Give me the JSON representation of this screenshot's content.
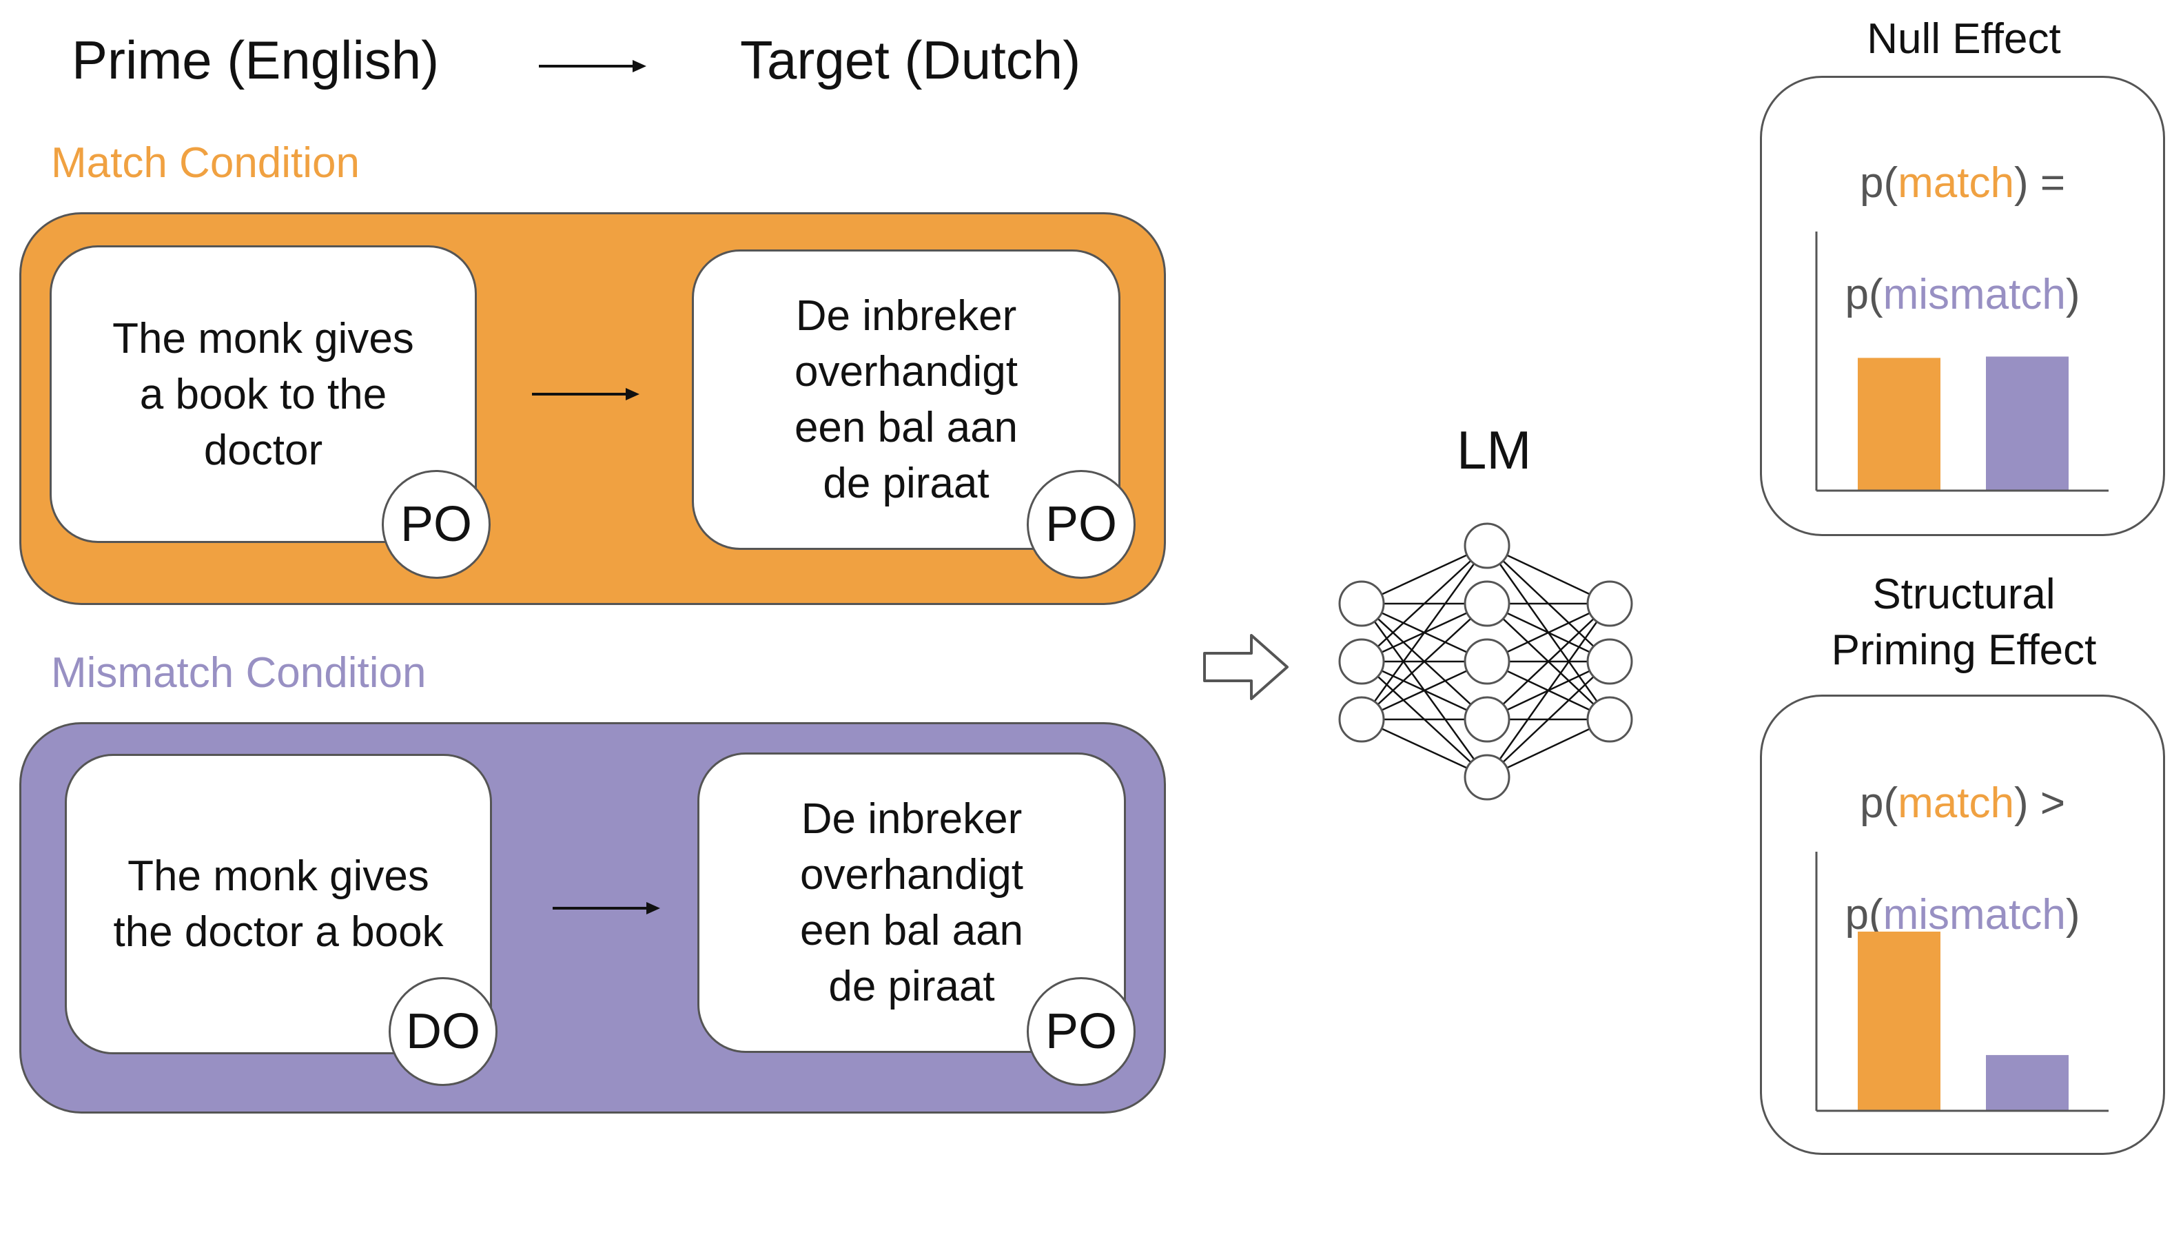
{
  "header": {
    "prime_label": "Prime (English)",
    "target_label": "Target (Dutch)"
  },
  "colors": {
    "match": "#f0a141",
    "mismatch": "#9890c3",
    "outline": "#555555",
    "formula_text": "#555555"
  },
  "conditions": [
    {
      "label": "Match Condition",
      "prime": {
        "text": "The monk gives\na book to the\ndoctor",
        "structure": "PO"
      },
      "target": {
        "text": "De inbreker\noverhandigt\neen bal aan\nde piraat",
        "structure": "PO"
      }
    },
    {
      "label": "Mismatch Condition",
      "prime": {
        "text": "The monk gives\nthe doctor a book",
        "structure": "DO"
      },
      "target": {
        "text": "De inbreker\noverhandigt\neen bal aan\nde piraat",
        "structure": "PO"
      }
    }
  ],
  "model": {
    "label": "LM",
    "icon": "neural-network-icon",
    "layers": [
      3,
      5,
      3
    ]
  },
  "results": [
    {
      "title": "Null Effect",
      "formula": {
        "match": "match",
        "mismatch": "mismatch",
        "p": "p",
        "relation": "="
      },
      "chart_data": {
        "type": "bar",
        "categories": [
          "match",
          "mismatch"
        ],
        "values": [
          1.0,
          1.01
        ],
        "ylim": [
          0,
          1.9
        ]
      }
    },
    {
      "title": "Structural\nPriming Effect",
      "formula": {
        "match": "match",
        "mismatch": "mismatch",
        "p": "p",
        "relation": ">"
      },
      "chart_data": {
        "type": "bar",
        "categories": [
          "match",
          "mismatch"
        ],
        "values": [
          1.35,
          0.42
        ],
        "ylim": [
          0,
          1.9
        ]
      }
    }
  ]
}
